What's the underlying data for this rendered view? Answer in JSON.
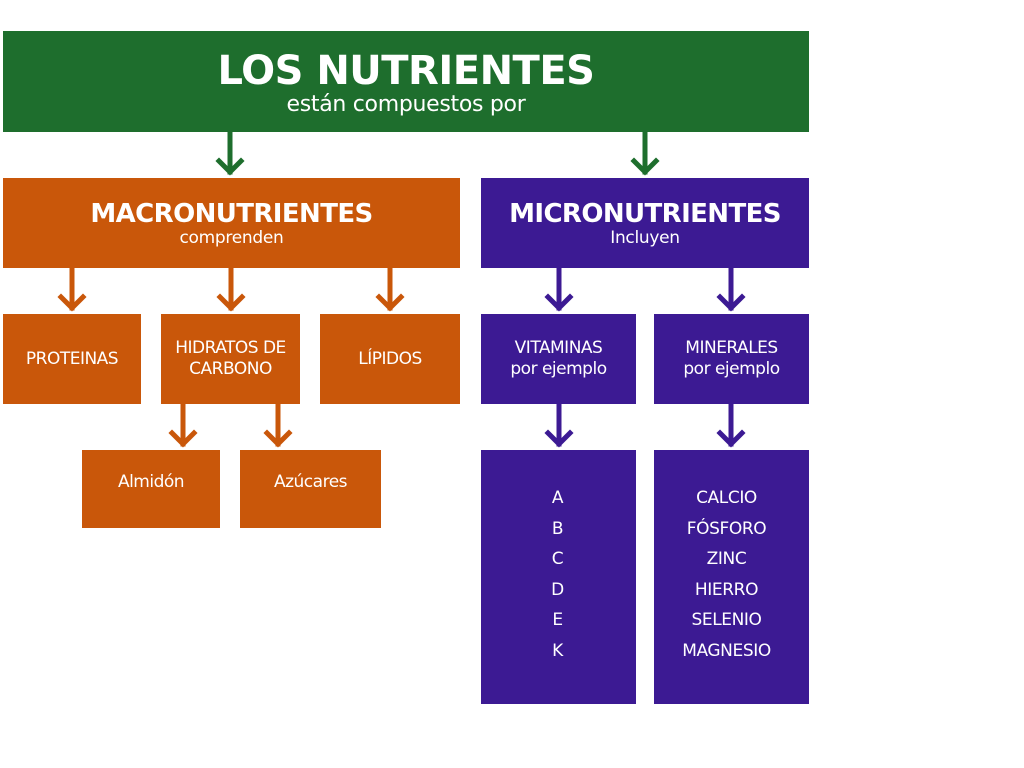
{
  "title": {
    "main": "LOS NUTRIENTES",
    "sub": "están compuestos por"
  },
  "macro": {
    "title": "MACRONUTRIENTES",
    "sub": "comprenden",
    "items": {
      "proteinas": "PROTEINAS",
      "hidratos_line1": "HIDRATOS DE",
      "hidratos_line2": "CARBONO",
      "lipidos": "LÍPIDOS",
      "almidon": "Almidón",
      "azucares": "Azúcares"
    }
  },
  "micro": {
    "title": "MICRONUTRIENTES",
    "sub": "Incluyen",
    "vitaminas": {
      "line1": "VITAMINAS",
      "line2": "por ejemplo",
      "list": [
        "A",
        "B",
        "C",
        "D",
        "E",
        "K"
      ]
    },
    "minerales": {
      "line1": "MINERALES",
      "line2": "por ejemplo",
      "list": [
        "CALCIO",
        "FÓSFORO",
        "ZINC",
        "HIERRO",
        "SELENIO",
        "MAGNESIO"
      ]
    }
  },
  "colors": {
    "title_green": "#1e6e2d",
    "macro_orange": "#c9570a",
    "micro_purple": "#3c1a93"
  }
}
